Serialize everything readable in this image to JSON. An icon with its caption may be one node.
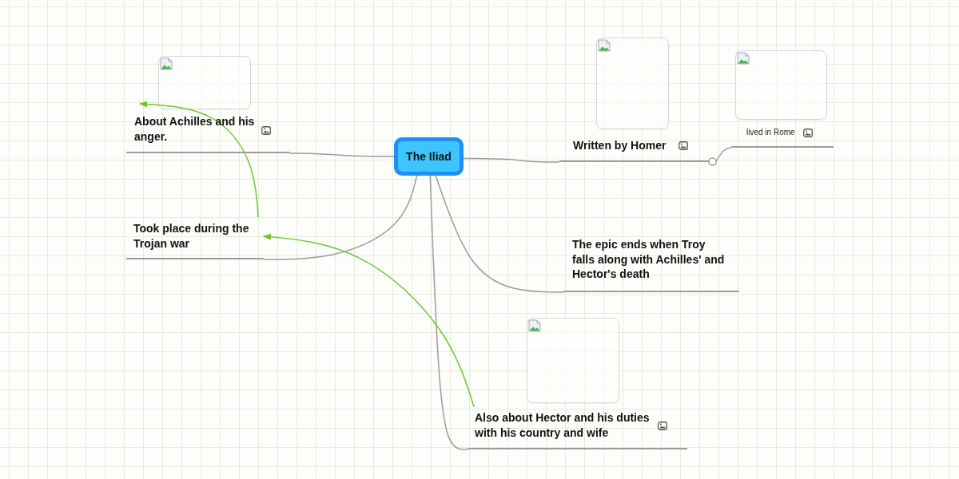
{
  "diagram": {
    "nodes": [
      {
        "text": [
          "The Iliad"
        ]
      },
      {
        "text": [
          "About Achilles and his anger."
        ]
      },
      {
        "text": [
          "Took place during the Trojan war"
        ]
      },
      {
        "text": [
          "Written by Homer"
        ]
      },
      {
        "text": [
          "lived in Rome"
        ]
      },
      {
        "text": [
          "The epic ends when Troy falls along with Achilles' and Hector's death"
        ]
      },
      {
        "text": [
          "Also about Hector and his duties with his country and wife"
        ]
      }
    ],
    "edges": [
      {
        "from": 0,
        "to": 1,
        "arrow": "none"
      },
      {
        "from": 0,
        "to": 2,
        "arrow": "none"
      },
      {
        "from": 0,
        "to": 3,
        "arrow": "none"
      },
      {
        "from": 0,
        "to": 5,
        "arrow": "none"
      },
      {
        "from": 0,
        "to": 6,
        "arrow": "none"
      },
      {
        "from": 3,
        "to": 4,
        "arrow": "none"
      },
      {
        "from": 2,
        "to": 1,
        "arrow": "to",
        "color": "#6cc72e"
      },
      {
        "from": 6,
        "to": 2,
        "arrow": "to",
        "color": "#6cc72e"
      }
    ]
  }
}
